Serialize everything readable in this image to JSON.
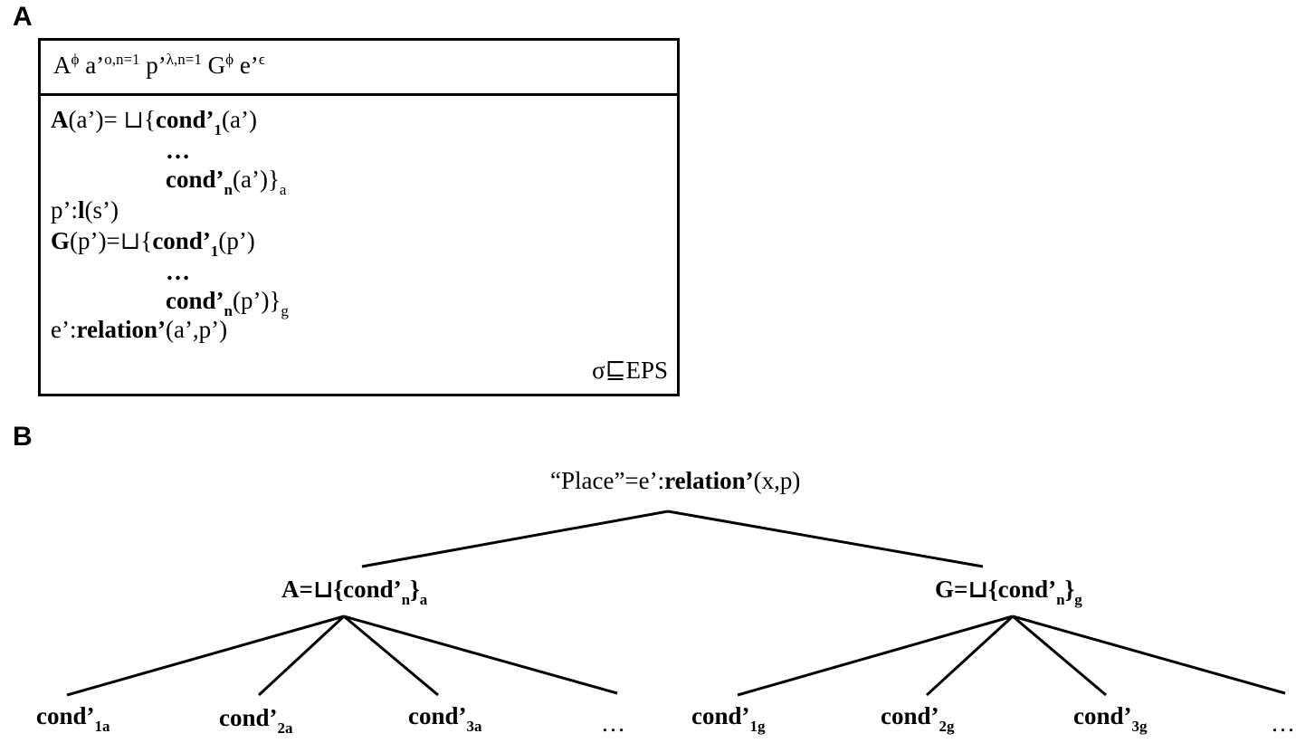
{
  "panel_a": {
    "label": "A",
    "header": {
      "A": "A",
      "A_sup": "ϕ",
      "a": " a’",
      "a_sup": "o,n=1",
      "p": " p’",
      "p_sup": "λ,n=1",
      "G": " G",
      "G_sup": "ϕ",
      "e": " e’",
      "e_sup": "ϵ"
    },
    "lines": {
      "A_fn": "A",
      "A_rest": "(a’)= ⊔{",
      "cond": "cond’",
      "sub_1": "1",
      "sub_n": "n",
      "arg_a": "(a’)",
      "arg_a_close": "(a’)}",
      "sub_a": "a",
      "dots": "…",
      "p_prefix": "p’:",
      "l_fn": "l",
      "l_arg": "(s’)",
      "G_fn": "G",
      "G_rest": "(p’)=⊔{",
      "arg_p": "(p’)",
      "arg_p_close": "(p’)}",
      "sub_g": "g",
      "e_prefix": "e’:",
      "relation": "relation’",
      "relation_args": "(a’,p’)"
    },
    "footer": "σ⊑EPS"
  },
  "panel_b": {
    "label": "B",
    "root": {
      "prefix": "“Place”=e’:",
      "bold": "relation’",
      "suffix": "(x,p)"
    },
    "node_a": {
      "main": "A=⊔{cond’",
      "sub_n": "n",
      "close": "}",
      "sub": "a"
    },
    "node_g": {
      "main": "G=⊔{cond’",
      "sub_n": "n",
      "close": "}",
      "sub": "g"
    },
    "leaves_a": [
      {
        "main": "cond’",
        "sub": "1a"
      },
      {
        "main": "cond’",
        "sub": "2a"
      },
      {
        "main": "cond’",
        "sub": "3a"
      },
      {
        "main": "…",
        "sub": ""
      }
    ],
    "leaves_g": [
      {
        "main": "cond’",
        "sub": "1g"
      },
      {
        "main": "cond’",
        "sub": "2g"
      },
      {
        "main": "cond’",
        "sub": "3g"
      },
      {
        "main": "…",
        "sub": ""
      }
    ]
  }
}
